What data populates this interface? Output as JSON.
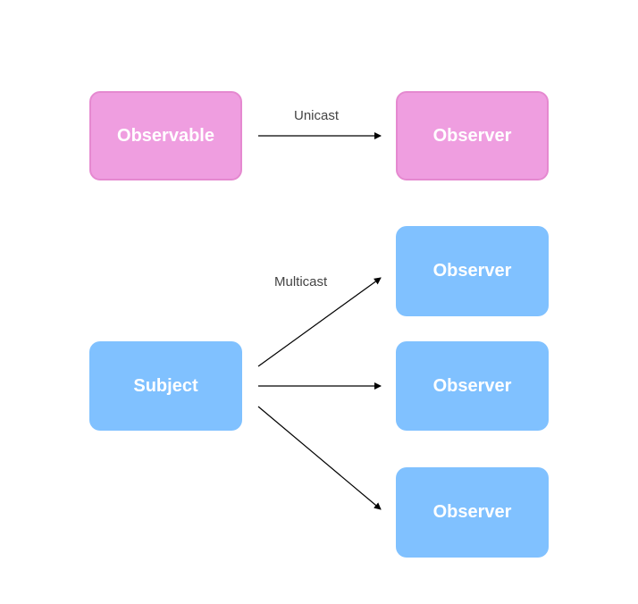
{
  "nodes": {
    "observable": "Observable",
    "observer_unicast": "Observer",
    "subject": "Subject",
    "observer_multicast_1": "Observer",
    "observer_multicast_2": "Observer",
    "observer_multicast_3": "Observer"
  },
  "edges": {
    "unicast_label": "Unicast",
    "multicast_label": "Multicast"
  },
  "colors": {
    "observable_group": "#ef9ee0",
    "subject_group": "#80c1ff",
    "node_text": "#ffffff",
    "arrow": "#000000"
  }
}
